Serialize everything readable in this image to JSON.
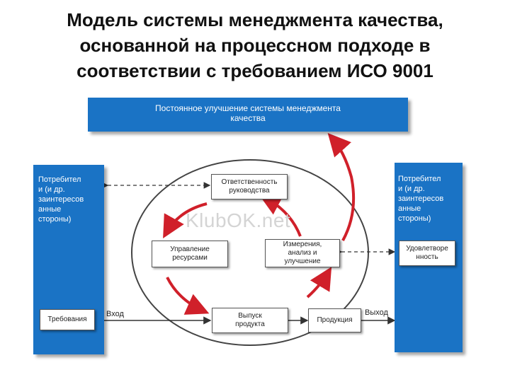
{
  "title": {
    "line1": "Модель системы менеджмента качества,",
    "line2": "основанной на процессном подходе в",
    "line3": "соответствии с требованием ИСО 9001"
  },
  "banner": {
    "line1": "Постоянное улучшение системы менеджмента",
    "line2": "качества"
  },
  "left_panel": {
    "stakeholders": [
      "Потребител",
      "и (и др.",
      "заинтересов",
      "анные",
      "стороны)"
    ],
    "requirements": "Требования"
  },
  "right_panel": {
    "stakeholders": [
      "Потребител",
      "и (и др.",
      "заинтересов",
      "анные",
      "стороны)"
    ],
    "satisfaction": [
      "Удовлетворе",
      "нность"
    ]
  },
  "processes": {
    "responsibility": [
      "Ответственность",
      "руководства"
    ],
    "resources": [
      "Управление",
      "ресурсами"
    ],
    "measurement": [
      "Измерения,",
      "анализ и",
      "улучшение"
    ],
    "production": [
      "Выпуск",
      "продукта"
    ],
    "product": "Продукция"
  },
  "flow": {
    "input": "Вход",
    "output": "Выход"
  },
  "watermark": "KlubOK.net",
  "colors": {
    "panel_blue": "#1a73c5",
    "arrow_red": "#d0202a"
  }
}
